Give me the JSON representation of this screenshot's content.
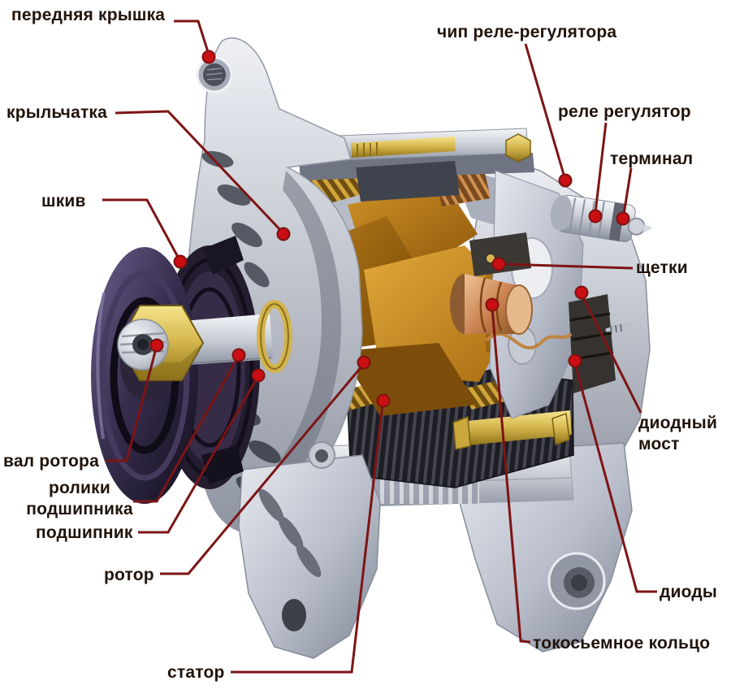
{
  "diagram": {
    "type": "labeled-cutaway-diagram",
    "subject_labels_language": "ru",
    "labels": {
      "front_cover": "передняя крышка",
      "chip_regulator": "чип реле-регулятора",
      "impeller": "крыльчатка",
      "relay_regulator": "реле регулятор",
      "terminal": "терминал",
      "pulley": "шкив",
      "brushes": "щетки",
      "rotor_shaft": "вал ротора",
      "bearing_rollers": "ролики\nподшипника",
      "bearing": "подшипник",
      "rotor": "ротор",
      "stator": "статор",
      "diode_bridge": "диодный\nмост",
      "diodes": "диоды",
      "slip_ring": "токосьемное кольцо"
    },
    "colors": {
      "background": "#ffffff",
      "label_text": "#20130a",
      "leader_line": "#7d1414",
      "marker_dot": "#c90f13"
    }
  }
}
